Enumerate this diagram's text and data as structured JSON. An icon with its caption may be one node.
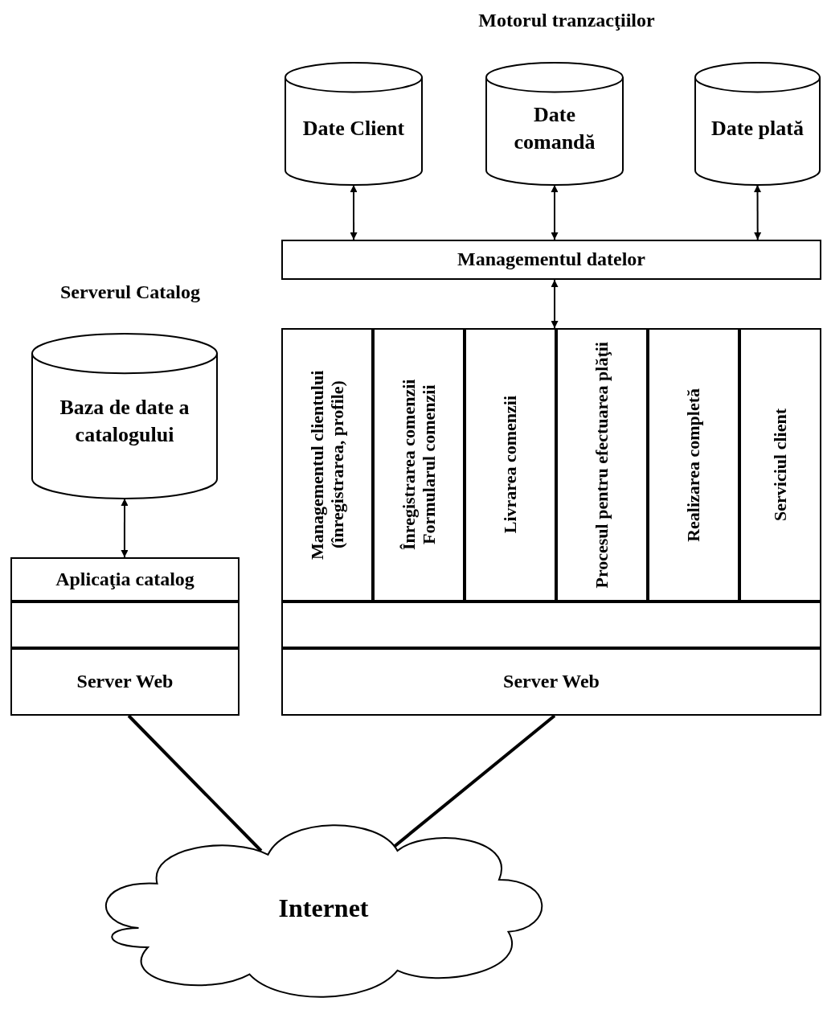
{
  "diagram": {
    "nodes": [
      {
        "text": [
          "Date Client"
        ]
      },
      {
        "text": [
          "Date comandă"
        ]
      },
      {
        "text": [
          "Date plată"
        ]
      },
      {
        "text": [
          "Managementul datelor"
        ]
      },
      {
        "text": [],
        "shape": "box"
      },
      {
        "text": [
          "Managementul clientului (înregistrarea, profile)"
        ],
        "in": 4
      },
      {
        "text": [
          "Înregistrarea comenzii Formularul comenzii"
        ],
        "in": 4
      },
      {
        "text": [
          "Livrarea comenzii"
        ],
        "in": 4
      },
      {
        "text": [
          "Procesul pentru efectuarea plăţii"
        ],
        "in": 4
      },
      {
        "text": [
          "Realizarea completă"
        ],
        "in": 4
      },
      {
        "text": [
          "Serviciul client"
        ],
        "in": 4
      },
      {
        "text": [],
        "shape": "box",
        "in": 4
      },
      {
        "text": [
          "Server Web"
        ],
        "in": 4
      },
      {
        "text": [
          "Baza de date a catalogului"
        ]
      },
      {
        "text": [
          "Aplicaţia catalog"
        ]
      },
      {
        "text": [],
        "shape": "box"
      },
      {
        "text": [
          "Server Web"
        ]
      },
      {
        "text": [
          "Internet"
        ]
      }
    ],
    "edges": [
      {
        "from": 0,
        "to": 3,
        "arrow": "both"
      },
      {
        "from": 1,
        "to": 3,
        "arrow": "both"
      },
      {
        "from": 2,
        "to": 3,
        "arrow": "both"
      },
      {
        "from": 3,
        "to": 4,
        "arrow": "both"
      },
      {
        "from": 13,
        "to": 14,
        "arrow": "both"
      },
      {
        "from": 16,
        "to": 17,
        "arrow": "none",
        "style": "thick"
      },
      {
        "from": 12,
        "to": 17,
        "arrow": "none",
        "style": "thick"
      }
    ],
    "labels": [
      "Motorul tranzacţiilor",
      "Serverul Catalog"
    ]
  }
}
